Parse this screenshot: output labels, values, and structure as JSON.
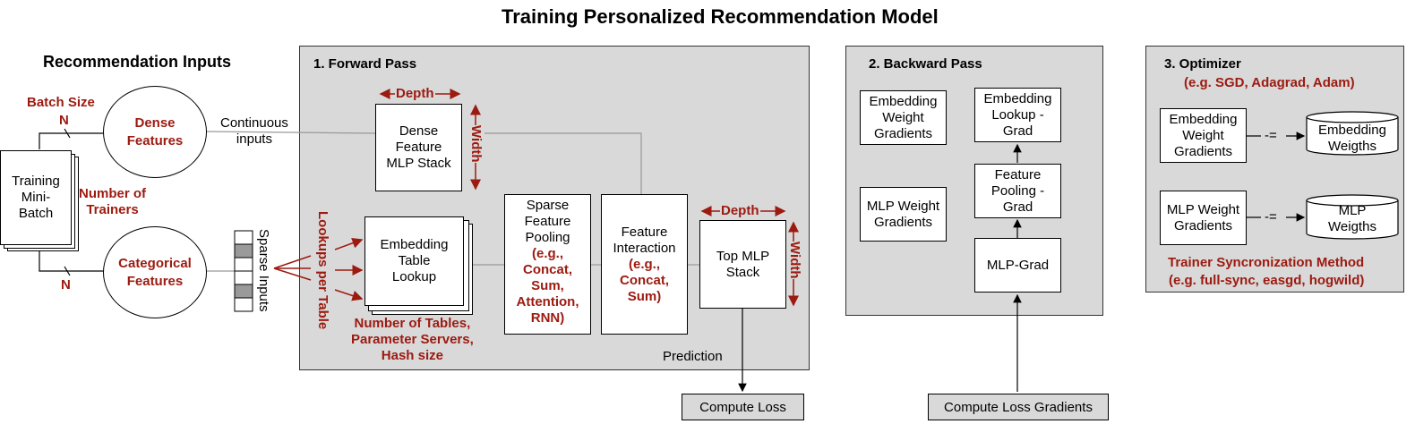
{
  "title": "Training Personalized Recommendation Model",
  "inputs": {
    "heading": "Recommendation Inputs",
    "batch_size_label": "Batch Size",
    "n_top": "N",
    "n_bottom": "N",
    "mini_batch": [
      "Training",
      "Mini-",
      "Batch"
    ],
    "num_trainers": [
      "Number of",
      "Trainers"
    ],
    "dense_features": [
      "Dense",
      "Features"
    ],
    "categorical_features": [
      "Categorical",
      "Features"
    ],
    "continuous_inputs": [
      "Continuous",
      "inputs"
    ],
    "sparse_inputs": "Sparse Inputs"
  },
  "forward": {
    "title": "1. Forward Pass",
    "depth_top": "Depth",
    "width_top": "Width",
    "dense_mlp": [
      "Dense",
      "Feature",
      "MLP Stack"
    ],
    "lookups_per_table": "Lookups per Table",
    "embedding_lookup": [
      "Embedding",
      "Table",
      "Lookup"
    ],
    "tables_note": [
      "Number of Tables,",
      "Parameter Servers,",
      "Hash size"
    ],
    "sparse_pooling": [
      "Sparse",
      "Feature",
      "Pooling"
    ],
    "sparse_pooling_eg": [
      "(e.g.,",
      "Concat,",
      "Sum,",
      "Attention,",
      "RNN)"
    ],
    "feature_interaction": [
      "Feature",
      "Interaction"
    ],
    "feature_interaction_eg": [
      "(e.g.,",
      "Concat,",
      "Sum)"
    ],
    "depth_mlp": "Depth",
    "width_mlp": "Width",
    "top_mlp": [
      "Top MLP",
      "Stack"
    ],
    "prediction": "Prediction",
    "compute_loss": "Compute Loss"
  },
  "backward": {
    "title": "2. Backward Pass",
    "emb_weight_grad": [
      "Embedding",
      "Weight",
      "Gradients"
    ],
    "mlp_weight_grad": [
      "MLP Weight",
      "Gradients"
    ],
    "emb_lookup_grad": [
      "Embedding",
      "Lookup -",
      "Grad"
    ],
    "feature_pooling_grad": [
      "Feature",
      "Pooling -",
      "Grad"
    ],
    "mlp_grad": "MLP-Grad",
    "compute_loss_grad": "Compute Loss Gradients"
  },
  "optimizer": {
    "title": "3. Optimizer",
    "examples": "(e.g. SGD, Adagrad, Adam)",
    "emb_weight_grad": [
      "Embedding",
      "Weight",
      "Gradients"
    ],
    "op1": "-=",
    "emb_weights": [
      "Embedding",
      "Weigths"
    ],
    "mlp_weight_grad": [
      "MLP Weight",
      "Gradients"
    ],
    "op2": "-=",
    "mlp_weights": [
      "MLP",
      "Weigths"
    ],
    "sync_title": "Trainer Syncronization Method",
    "sync_examples": "(e.g. full-sync, easgd, hogwild)"
  },
  "colors": {
    "accent_red": "#9c1a10",
    "panel_gray": "#d9d9d9"
  }
}
